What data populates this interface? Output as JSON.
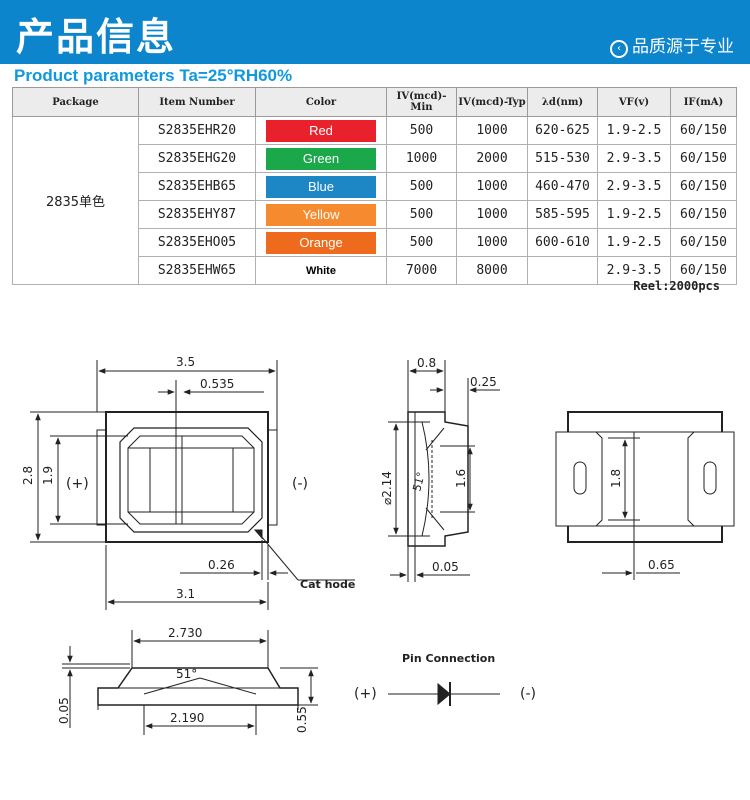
{
  "header": {
    "title": "产品信息",
    "slogan": "品质源于专业",
    "slogan_icon": "circle-chevron-left-icon",
    "bg_color": "#0d85cc"
  },
  "params_title": "Product parameters Ta=25°RH60%",
  "table": {
    "columns": [
      "Package",
      "Item Number",
      "Color",
      "IV(mcd)-Min",
      "IV(mcd)-Typ",
      "λd(nm)",
      "VF(v)",
      "IF(mA)"
    ],
    "package": "2835单色",
    "rows": [
      {
        "item": "S2835EHR20",
        "color": "Red",
        "color_hex": "#e8212d",
        "iv_min": "500",
        "iv_typ": "1000",
        "wavelength": "620-625",
        "vf": "1.9-2.5",
        "if": "60/150"
      },
      {
        "item": "S2835EHG20",
        "color": "Green",
        "color_hex": "#1aa84b",
        "iv_min": "1000",
        "iv_typ": "2000",
        "wavelength": "515-530",
        "vf": "2.9-3.5",
        "if": "60/150"
      },
      {
        "item": "S2835EHB65",
        "color": "Blue",
        "color_hex": "#1d86c4",
        "iv_min": "500",
        "iv_typ": "1000",
        "wavelength": "460-470",
        "vf": "2.9-3.5",
        "if": "60/150"
      },
      {
        "item": "S2835EHY87",
        "color": "Yellow",
        "color_hex": "#f68a2e",
        "iv_min": "500",
        "iv_typ": "1000",
        "wavelength": "585-595",
        "vf": "1.9-2.5",
        "if": "60/150"
      },
      {
        "item": "S2835EHO05",
        "color": "Orange",
        "color_hex": "#ee6a1c",
        "iv_min": "500",
        "iv_typ": "1000",
        "wavelength": "600-610",
        "vf": "1.9-2.5",
        "if": "60/150"
      },
      {
        "item": "S2835EHW65",
        "color": "White",
        "color_hex": "#ffffff",
        "iv_min": "7000",
        "iv_typ": "8000",
        "wavelength": "",
        "vf": "2.9-3.5",
        "if": "60/150"
      }
    ]
  },
  "reel": "Reel:2000pcs",
  "drawing": {
    "top_view": {
      "width": "3.5",
      "pad": "0.535",
      "height": "2.8",
      "inner_height": "1.9",
      "plus": "(+)",
      "minus": "(-)",
      "gap": "0.26",
      "bottom_width": "3.1",
      "cathode": "Cat hode"
    },
    "side_view": {
      "top": "0.8",
      "offset": "0.25",
      "diameter": "⌀2.14",
      "angle": "51°",
      "inner": "1.6",
      "bottom": "0.05"
    },
    "back_view": {
      "height": "1.8",
      "offset": "0.65"
    },
    "section_view": {
      "top": "2.730",
      "angle": "51°",
      "bottom": "2.190",
      "left": "0.05",
      "right": "0.55"
    },
    "pin": {
      "title": "Pin Connection",
      "plus": "(+)",
      "minus": "(-)"
    }
  }
}
